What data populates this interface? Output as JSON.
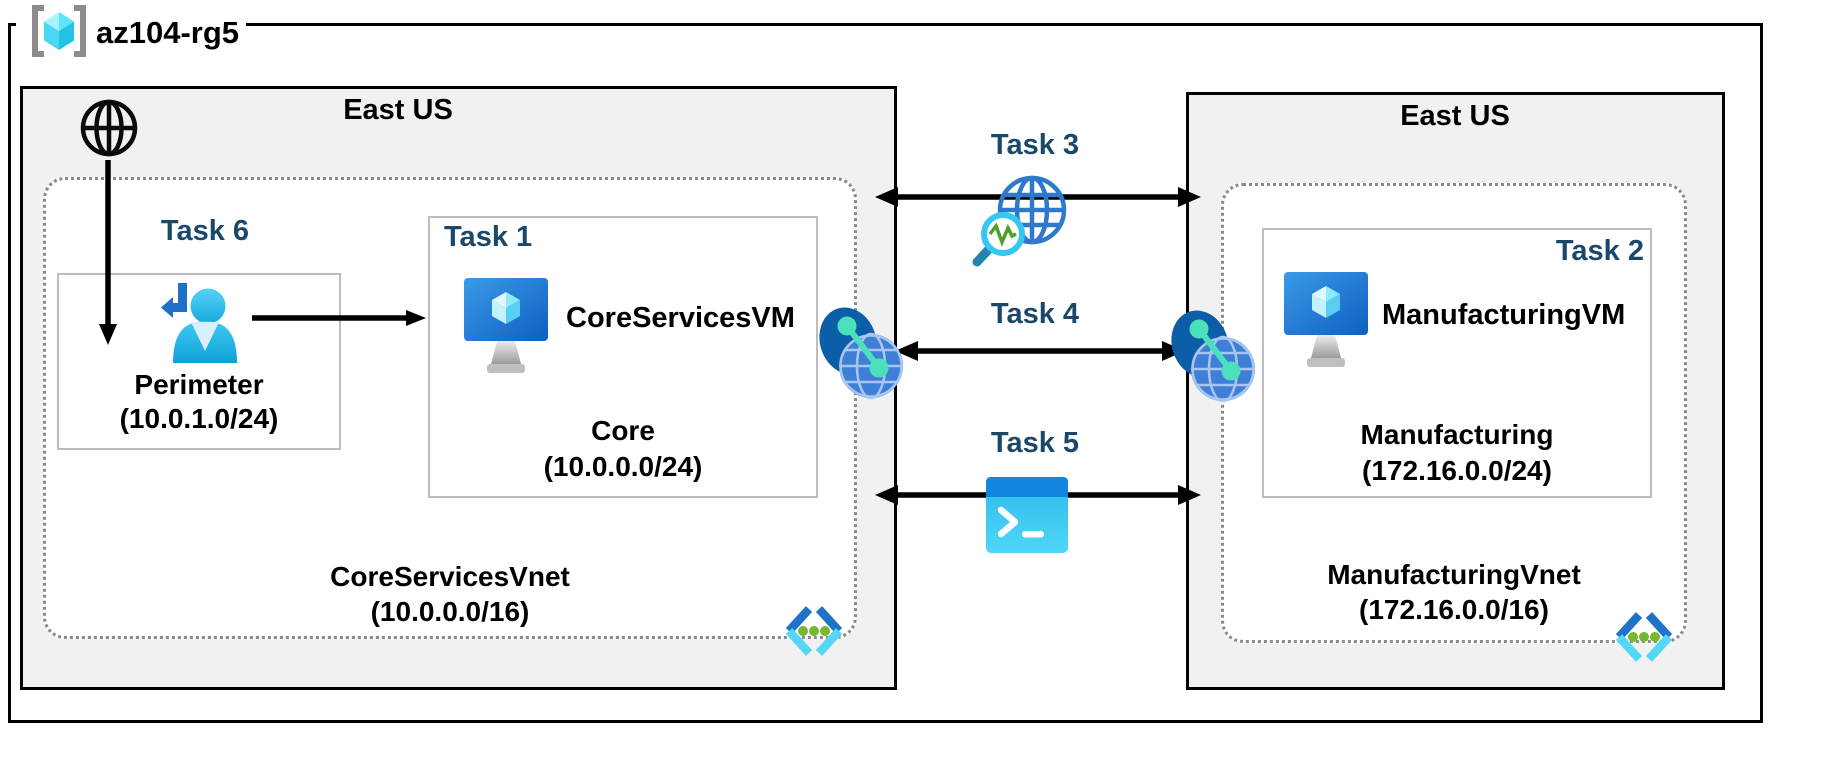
{
  "resource_group": {
    "label": "az104-rg5"
  },
  "left_region": {
    "title": "East US",
    "task6": "Task 6",
    "perimeter_subnet": {
      "name": "Perimeter",
      "cidr": "(10.0.1.0/24)"
    },
    "task1": "Task 1",
    "vm_name": "CoreServicesVM",
    "core_subnet": {
      "name": "Core",
      "cidr": "(10.0.0.0/24)"
    },
    "vnet": {
      "name": "CoreServicesVnet",
      "cidr": "(10.0.0.0/16)"
    }
  },
  "right_region": {
    "title": "East US",
    "task2": "Task 2",
    "vm_name": "ManufacturingVM",
    "subnet": {
      "name": "Manufacturing",
      "cidr": "(172.16.0.0/24)"
    },
    "vnet": {
      "name": "ManufacturingVnet",
      "cidr": "(172.16.0.0/16)"
    }
  },
  "connections": {
    "task3": "Task 3",
    "task4": "Task 4",
    "task5": "Task 5"
  },
  "colors": {
    "task_label": "#19486B",
    "region_fill": "#F1F1F1",
    "border_black": "#000000",
    "dotted_border": "#8A8A8A",
    "azure_blue": "#1F72C8",
    "azure_cyan": "#50E6FF",
    "peering_teal": "#4BE0BC",
    "pulse_green": "#4E9F2A"
  }
}
